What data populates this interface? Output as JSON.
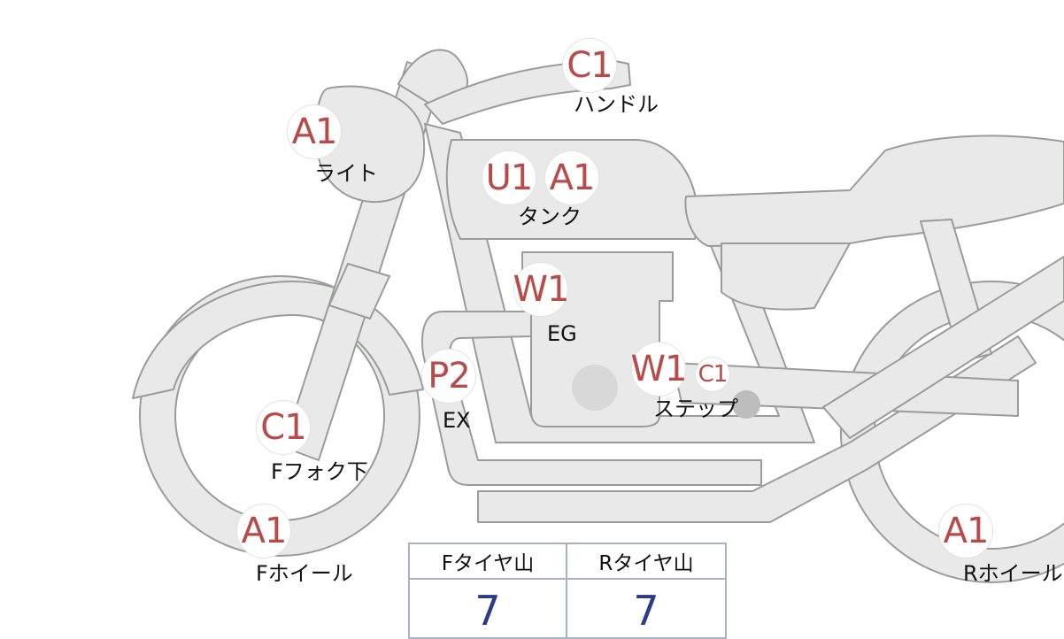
{
  "points": [
    {
      "id": "handle",
      "code": "C1",
      "label": "ハンドル"
    },
    {
      "id": "light",
      "code": "A1",
      "label": "ライト"
    },
    {
      "id": "tank",
      "code_u": "U1",
      "code": "A1",
      "label": "タンク"
    },
    {
      "id": "engine",
      "code": "W1",
      "label": "EG"
    },
    {
      "id": "exhaust",
      "code": "P2",
      "label": "EX"
    },
    {
      "id": "step",
      "code": "W1",
      "code2": "C1",
      "label": "ステップ"
    },
    {
      "id": "ffork",
      "code": "C1",
      "label": "Fフォク下"
    },
    {
      "id": "fwheel",
      "code": "A1",
      "label": "Fホイール"
    },
    {
      "id": "rwheel",
      "code": "A1",
      "label": "Rホイール"
    }
  ],
  "tire_table": {
    "headers": [
      "Fタイヤ山",
      "Rタイヤ山"
    ],
    "values": [
      "7",
      "7"
    ]
  },
  "colors": {
    "body_fill": "#e8e9e8",
    "body_stroke": "#9a9c9a",
    "badge_text": "#b84a4a",
    "tread_value": "#2b3c86",
    "table_border": "#a8b2c4"
  }
}
